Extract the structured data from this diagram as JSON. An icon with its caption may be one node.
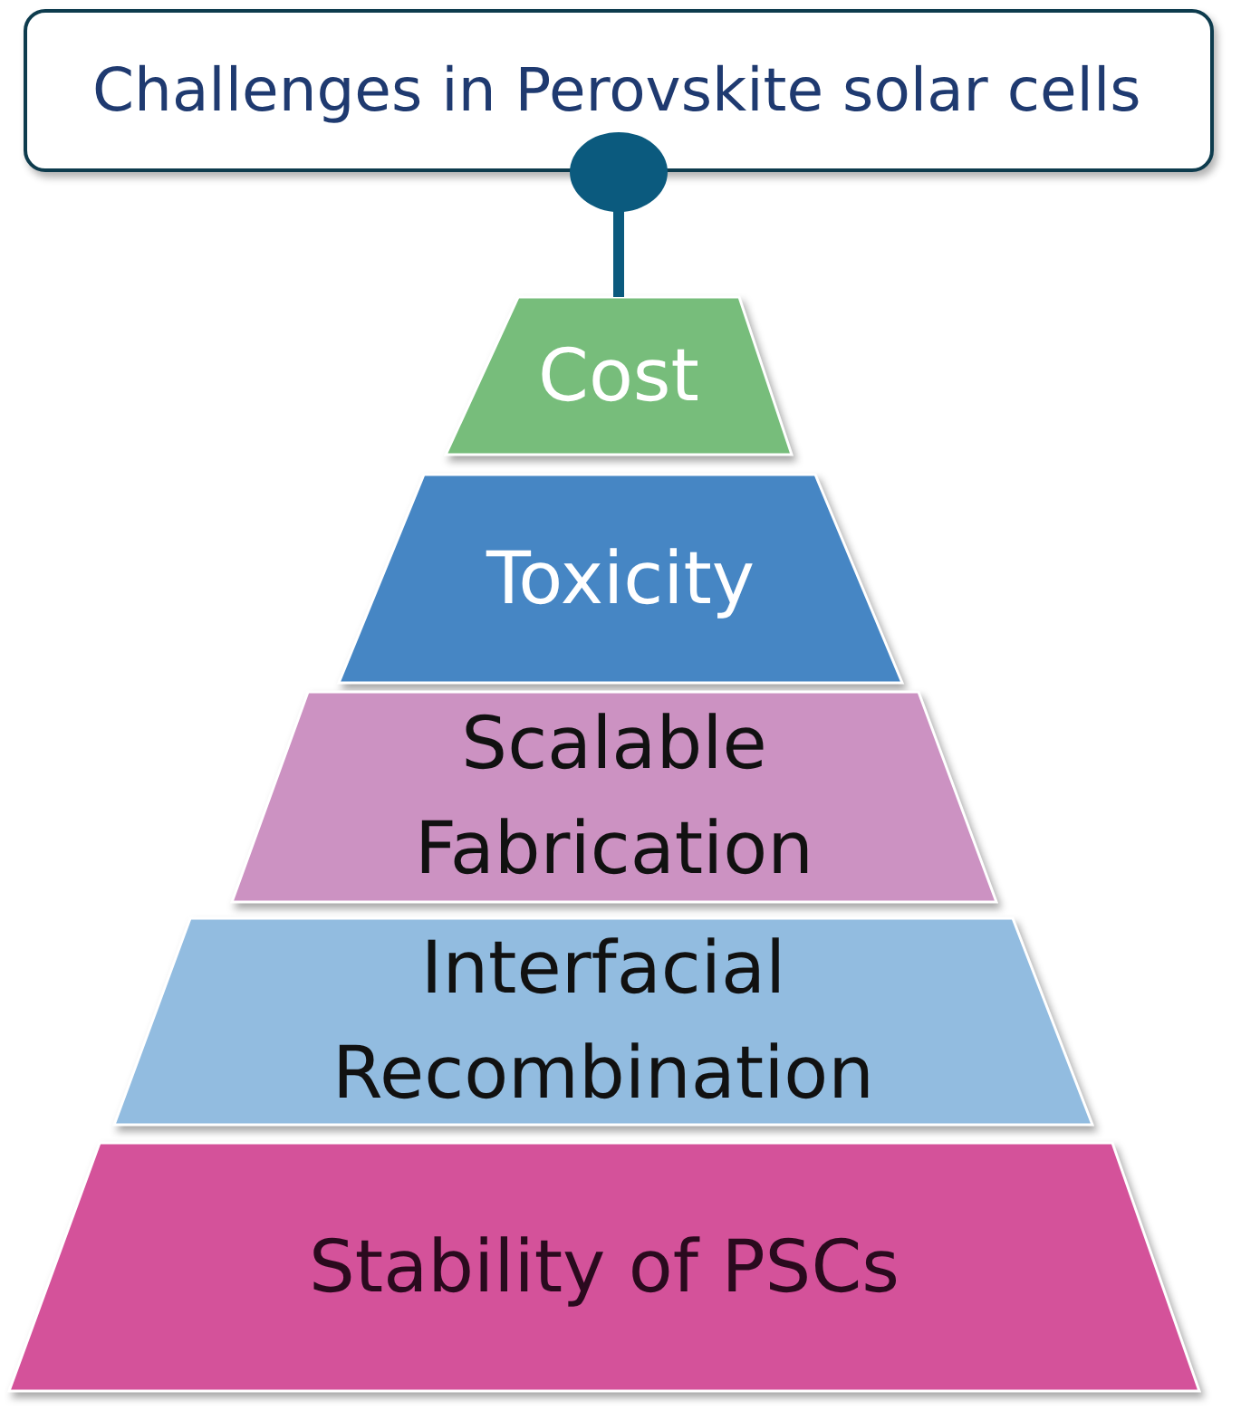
{
  "diagram": {
    "nodes": [
      {
        "text": [
          "Challenges in Perovskite solar cells"
        ]
      },
      {
        "text": [
          "Cost"
        ]
      },
      {
        "text": [
          "Toxicity"
        ]
      },
      {
        "text": [
          "Scalable Fabrication"
        ]
      },
      {
        "text": [
          "Interfacial Recombination"
        ]
      },
      {
        "text": [
          "Stability of PSCs"
        ]
      }
    ],
    "edges": [
      {
        "from": 0,
        "to": 1,
        "arrow": "other"
      }
    ]
  }
}
